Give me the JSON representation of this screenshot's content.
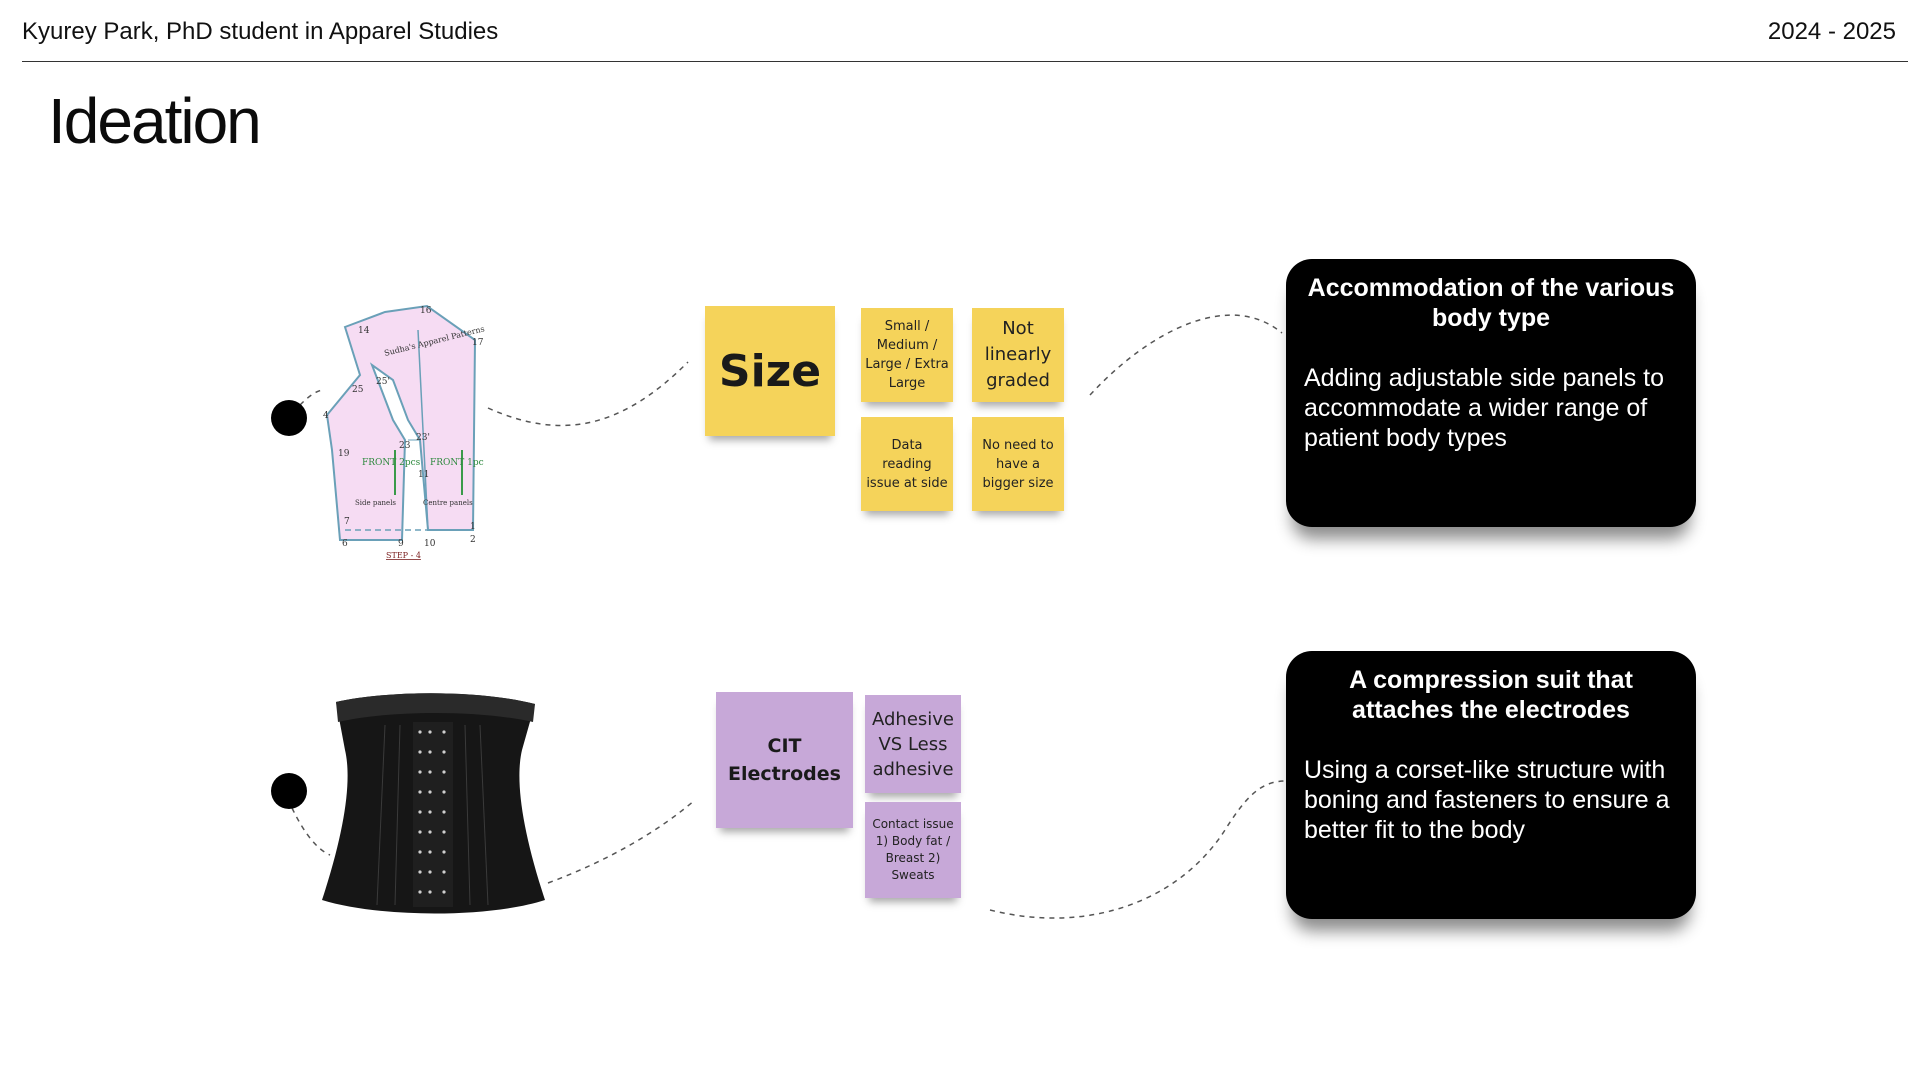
{
  "header": {
    "author": "Kyurey Park, PhD student in Apparel Studies",
    "years": "2024 - 2025"
  },
  "page_title": "Ideation",
  "row1": {
    "main_note": "Size",
    "notes": [
      "Small / Medium / Large / Extra Large",
      "Not linearly graded",
      "Data reading issue at side",
      "No need to have a bigger size"
    ],
    "card_title": "Accommodation of the various body type",
    "card_body": "Adding adjustable side panels to accommodate a wider range of patient body types",
    "pattern": {
      "watermark": "Sudha's Apparel Patterns",
      "front_left": "FRONT 2pcs",
      "front_right": "FRONT 1pc",
      "side_label": "Side panels",
      "centre_label": "Centre panels",
      "step": "STEP - 4",
      "points": [
        "16",
        "14",
        "17",
        "25'",
        "25",
        "4",
        "23'",
        "23",
        "19",
        "11",
        "7",
        "1",
        "2",
        "6",
        "9",
        "10"
      ]
    }
  },
  "row2": {
    "main_note": "CIT Electrodes",
    "notes": [
      "Adhesive VS Less adhesive",
      "Contact issue 1) Body fat / Breast 2) Sweats"
    ],
    "card_title": "A compression suit that attaches the electrodes",
    "card_body": "Using a corset-like structure with boning and fasteners to ensure a better fit to the body"
  },
  "colors": {
    "sticky_yellow": "#f5d35a",
    "sticky_purple": "#c7a8d8",
    "card_bg": "#000000",
    "pattern_fill": "#f6dcf3"
  }
}
